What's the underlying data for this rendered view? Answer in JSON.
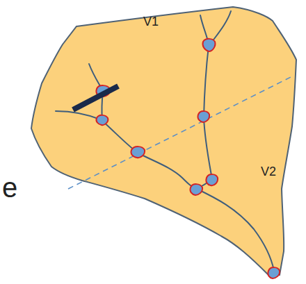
{
  "diagram": {
    "labels": [
      "V1",
      "V2",
      "e"
    ]
  }
}
